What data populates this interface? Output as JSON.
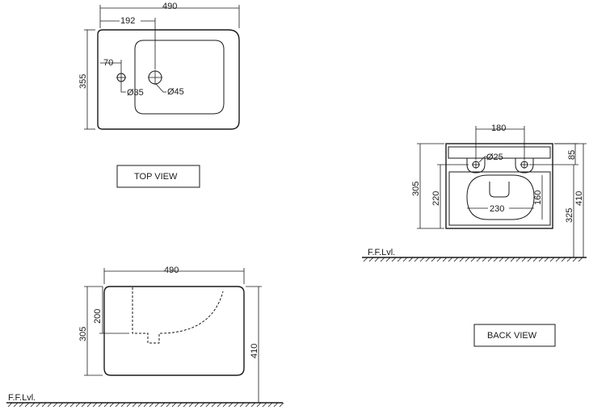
{
  "top_view": {
    "label": "TOP VIEW",
    "dims": {
      "width": "490",
      "offset": "192",
      "depth": "355",
      "edge": "70",
      "hole_small": "Ø35",
      "hole_large": "Ø45"
    }
  },
  "side_view": {
    "dims": {
      "width": "490",
      "inner_height": "200",
      "height": "305",
      "floor_height": "410"
    },
    "floor_label": "F.F.Lvl."
  },
  "back_view": {
    "label": "BACK VIEW",
    "dims": {
      "hole_spacing": "180",
      "hole": "Ø25",
      "top_offset": "85",
      "height": "305",
      "inner_height": "220",
      "bowl_height": "160",
      "bowl_width": "230",
      "mount_height": "325",
      "floor_height": "410"
    },
    "floor_label": "F.F.Lvl."
  }
}
